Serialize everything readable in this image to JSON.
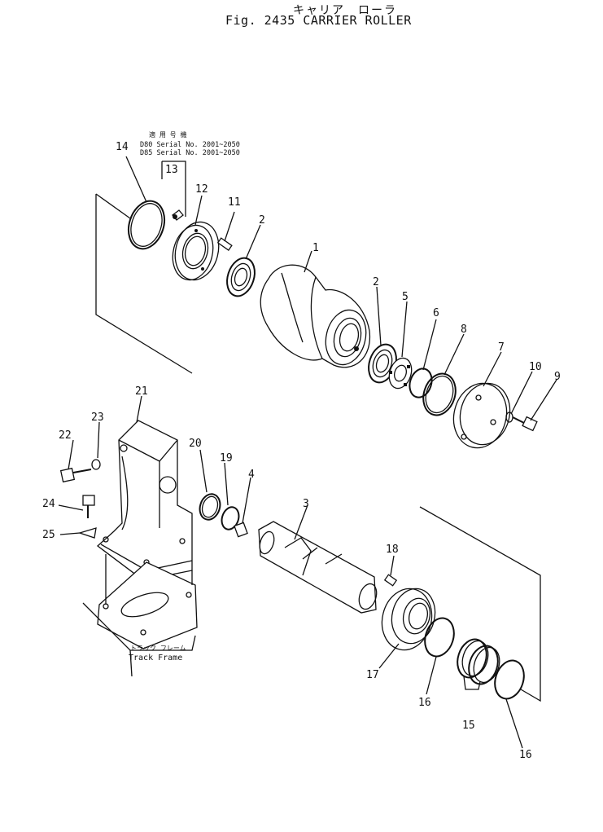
{
  "title": {
    "japanese": "キャリア　ローラ",
    "english": "Fig. 2435  CARRIER  ROLLER"
  },
  "serial_note": {
    "heading": "適 用 号 機",
    "lines": [
      "D80 Serial No. 2001~2050",
      "D85 Serial No. 2001~2050"
    ]
  },
  "track_frame": {
    "japanese": "トラック フレーム",
    "english": "Track  Frame"
  },
  "callouts": {
    "p1": "1",
    "p2a": "2",
    "p2b": "2",
    "p3": "3",
    "p4": "4",
    "p5": "5",
    "p6": "6",
    "p7": "7",
    "p8": "8",
    "p9": "9",
    "p10": "10",
    "p11": "11",
    "p12": "12",
    "p13": "13",
    "p14": "14",
    "p15": "15",
    "p16a": "16",
    "p16b": "16",
    "p17": "17",
    "p18": "18",
    "p19": "19",
    "p20": "20",
    "p21": "21",
    "p22": "22",
    "p23": "23",
    "p24": "24",
    "p25": "25"
  }
}
